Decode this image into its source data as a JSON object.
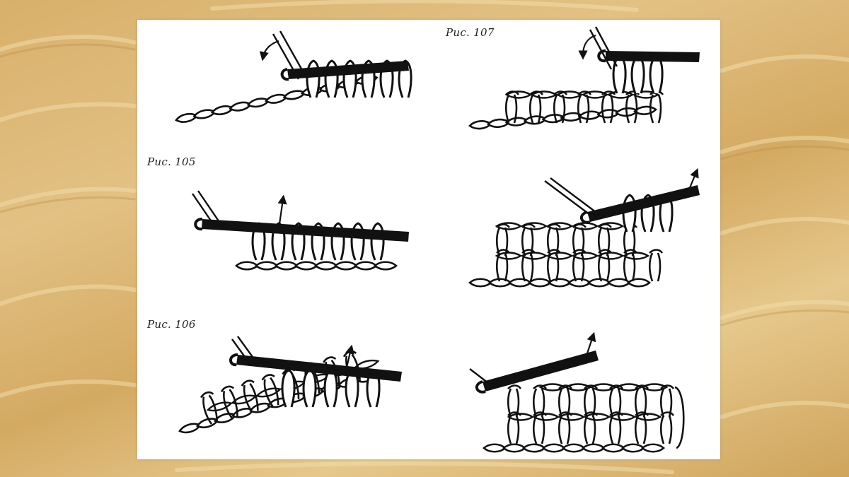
{
  "figures": {
    "fig1": {
      "caption": ""
    },
    "fig105": {
      "caption": "Рис. 105"
    },
    "fig106": {
      "caption": "Рис. 106"
    },
    "fig107": {
      "caption": "Рис. 107"
    },
    "fig105b": {
      "caption": ""
    },
    "fig106b": {
      "caption": ""
    }
  },
  "colors": {
    "sand": "#dcb774",
    "panel": "#ffffff",
    "ink": "#111111"
  },
  "icons": [
    "crochet-hook-icon",
    "direction-arrow-icon",
    "yarn-chain-icon"
  ]
}
